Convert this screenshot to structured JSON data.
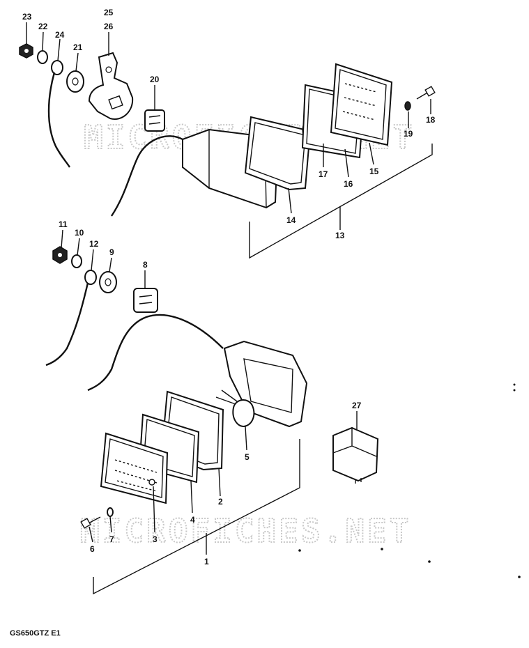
{
  "watermark": "MICROFICHES.NET",
  "model_code": "GS650GTZ E1",
  "callouts": [
    {
      "id": "c23",
      "text": "23"
    },
    {
      "id": "c22",
      "text": "22"
    },
    {
      "id": "c24",
      "text": "24"
    },
    {
      "id": "c21",
      "text": "21"
    },
    {
      "id": "c25",
      "text": "25"
    },
    {
      "id": "c26",
      "text": "26"
    },
    {
      "id": "c20",
      "text": "20"
    },
    {
      "id": "c18",
      "text": "18"
    },
    {
      "id": "c19",
      "text": "19"
    },
    {
      "id": "c17",
      "text": "17"
    },
    {
      "id": "c16",
      "text": "16"
    },
    {
      "id": "c15",
      "text": "15"
    },
    {
      "id": "c14",
      "text": "14"
    },
    {
      "id": "c13",
      "text": "13"
    },
    {
      "id": "c11",
      "text": "11"
    },
    {
      "id": "c10",
      "text": "10"
    },
    {
      "id": "c12",
      "text": "12"
    },
    {
      "id": "c9",
      "text": "9"
    },
    {
      "id": "c8",
      "text": "8"
    },
    {
      "id": "c5",
      "text": "5"
    },
    {
      "id": "c27",
      "text": "27"
    },
    {
      "id": "c2",
      "text": "2"
    },
    {
      "id": "c4",
      "text": "4"
    },
    {
      "id": "c3",
      "text": "3"
    },
    {
      "id": "c7",
      "text": "7"
    },
    {
      "id": "c6",
      "text": "6"
    },
    {
      "id": "c1",
      "text": "1"
    }
  ]
}
